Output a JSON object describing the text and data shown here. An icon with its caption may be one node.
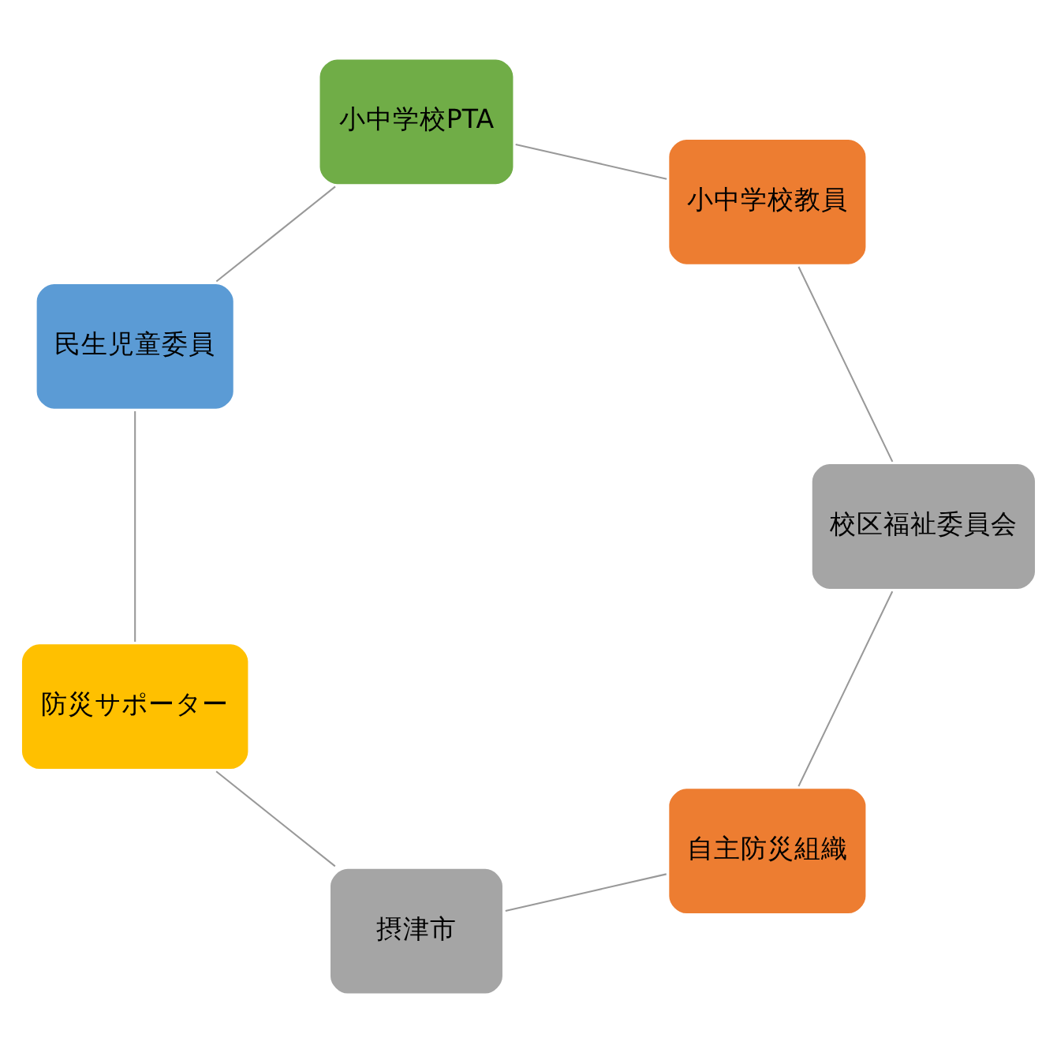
{
  "diagram": {
    "nodes": [
      {
        "text": [
          "自主防災組織"
        ]
      },
      {
        "text": [
          "校区福祉委員会"
        ]
      },
      {
        "text": [
          "摂津市"
        ]
      },
      {
        "text": [
          "小中学校教員"
        ]
      },
      {
        "text": [
          "防災サポーター"
        ]
      },
      {
        "text": [
          "小中学校PTA"
        ]
      },
      {
        "text": [
          "民生児童委員"
        ]
      }
    ],
    "edges": [
      {
        "from": 0,
        "to": 2,
        "arrow": "none"
      },
      {
        "from": 2,
        "to": 4,
        "arrow": "none"
      },
      {
        "from": 4,
        "to": 6,
        "arrow": "none"
      },
      {
        "from": 6,
        "to": 5,
        "arrow": "none"
      },
      {
        "from": 5,
        "to": 3,
        "arrow": "none"
      },
      {
        "from": 3,
        "to": 1,
        "arrow": "none"
      },
      {
        "from": 1,
        "to": 0,
        "arrow": "none"
      }
    ]
  }
}
